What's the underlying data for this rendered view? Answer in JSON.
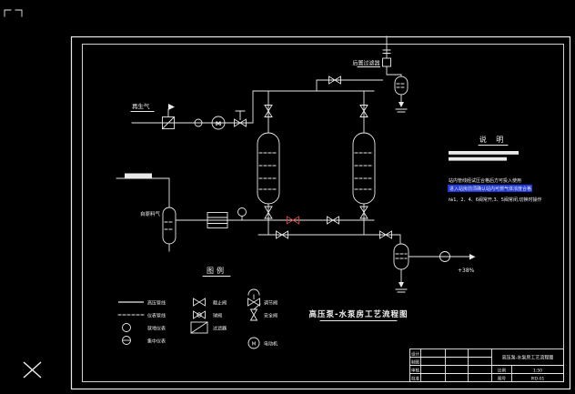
{
  "drawing": {
    "title": "高压泵-水泵房工艺流程图",
    "labels": {
      "post_filter": "后置过滤器",
      "regen_gas": "再生气",
      "feed_gas": "自原料气",
      "elevation": "+38%",
      "motor_letter": "M"
    },
    "notes": {
      "heading": "说 明",
      "lines": [
        {
          "text": "站内管线经试压合格后方可投入使用",
          "highlight": false
        },
        {
          "text": "进入站房前须确认站内可燃气体浓度合格",
          "highlight": true
        },
        {
          "text": "№1、2、4、6阀常开,3、5阀常闭,切换时操作",
          "highlight": false
        }
      ],
      "highlight_color": "#2139d6"
    },
    "legend": {
      "heading": "图例",
      "items": [
        {
          "label": "高压管线"
        },
        {
          "label": "仪表管线"
        },
        {
          "label": "就地仪表"
        },
        {
          "label": "集中仪表"
        },
        {
          "label": "截止阀"
        },
        {
          "label": "球阀"
        },
        {
          "label": "过滤器"
        },
        {
          "label": "调节阀"
        },
        {
          "label": "安全阀"
        },
        {
          "label": "电动机"
        }
      ]
    },
    "titleblock": {
      "rows": [
        "设计",
        "制图",
        "审核",
        "批准"
      ],
      "drawing_name": "高压泵-水泵房工艺流程图",
      "scale_label": "比例",
      "scale": "1:50",
      "number_label": "图号",
      "number": "PID-01"
    },
    "colors": {
      "line": "#e9e9e9",
      "special_valve": "#e04040",
      "background": "#000000"
    }
  }
}
